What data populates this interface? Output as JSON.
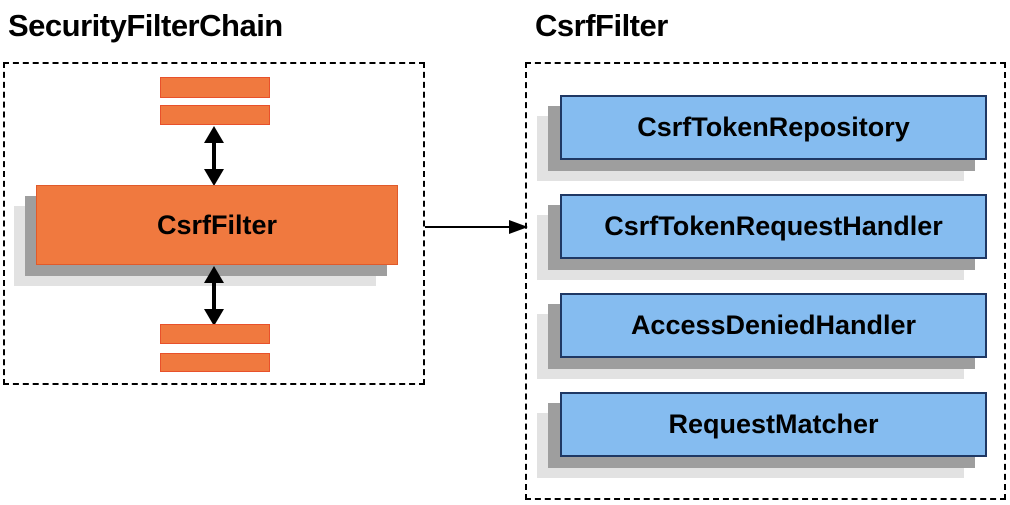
{
  "diagram": {
    "left": {
      "title": "SecurityFilterChain",
      "csrf_filter_label": "CsrfFilter"
    },
    "right": {
      "title": "CsrfFilter",
      "components": [
        {
          "label": "CsrfTokenRepository"
        },
        {
          "label": "CsrfTokenRequestHandler"
        },
        {
          "label": "AccessDeniedHandler"
        },
        {
          "label": "RequestMatcher"
        }
      ]
    },
    "colors": {
      "orange_fill": "#F0793F",
      "orange_border": "#E8512B",
      "blue_fill": "#85BCF0",
      "blue_border": "#1F3864",
      "shadow_dark": "#9E9E9E",
      "shadow_light": "#E2E2E2",
      "dashed_border": "#000000",
      "arrow": "#000000"
    }
  }
}
